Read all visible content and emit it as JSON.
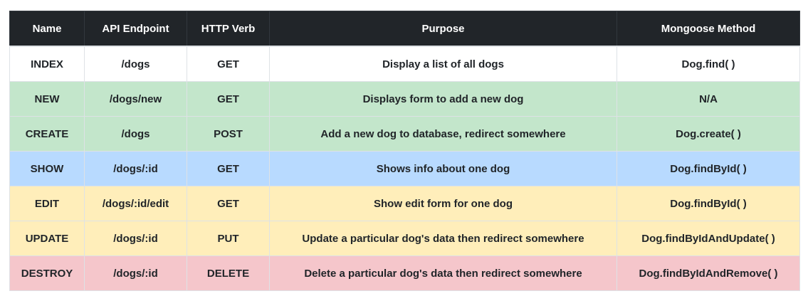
{
  "table": {
    "headers": [
      "Name",
      "API Endpoint",
      "HTTP Verb",
      "Purpose",
      "Mongoose Method"
    ],
    "header_bg": "#212529",
    "rows": [
      {
        "name": "INDEX",
        "endpoint": "/dogs",
        "verb": "GET",
        "purpose": "Display a list of all dogs",
        "method": "Dog.find( )",
        "color": "#ffffff"
      },
      {
        "name": "NEW",
        "endpoint": "/dogs/new",
        "verb": "GET",
        "purpose": "Displays form to add a new dog",
        "method": "N/A",
        "color": "#c3e6cb"
      },
      {
        "name": "CREATE",
        "endpoint": "/dogs",
        "verb": "POST",
        "purpose": "Add a new dog to database, redirect somewhere",
        "method": "Dog.create( )",
        "color": "#c3e6cb"
      },
      {
        "name": "SHOW",
        "endpoint": "/dogs/:id",
        "verb": "GET",
        "purpose": "Shows info about one dog",
        "method": "Dog.findById( )",
        "color": "#b8daff"
      },
      {
        "name": "EDIT",
        "endpoint": "/dogs/:id/edit",
        "verb": "GET",
        "purpose": "Show edit form for one dog",
        "method": "Dog.findById( )",
        "color": "#ffeeba"
      },
      {
        "name": "UPDATE",
        "endpoint": "/dogs/:id",
        "verb": "PUT",
        "purpose": "Update a particular dog's data then redirect somewhere",
        "method": "Dog.findByIdAndUpdate( )",
        "color": "#ffeeba"
      },
      {
        "name": "DESTROY",
        "endpoint": "/dogs/:id",
        "verb": "DELETE",
        "purpose": "Delete a particular dog's data then redirect somewhere",
        "method": "Dog.findByIdAndRemove( )",
        "color": "#f5c6cb"
      }
    ]
  }
}
